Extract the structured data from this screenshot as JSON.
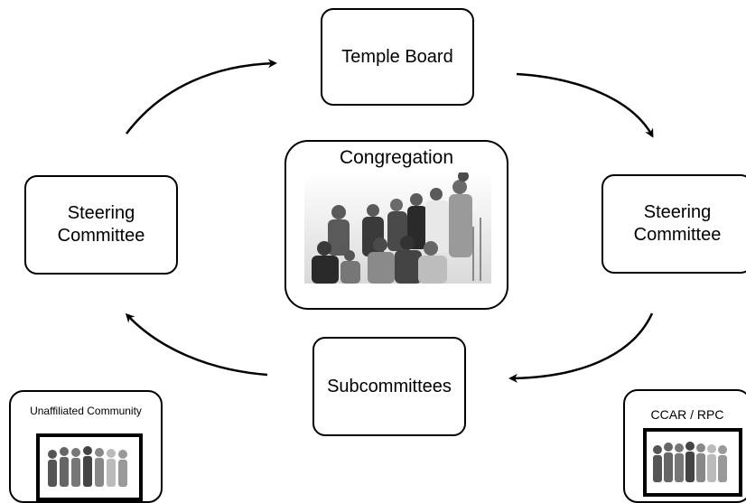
{
  "nodes": {
    "temple_board": "Temple Board",
    "steering_left": "Steering\nCommittee",
    "steering_right": "Steering\nCommittee",
    "subcommittees": "Subcommittees",
    "congregation": "Congregation",
    "unaffiliated": "Unaffiliated Community",
    "ccar": "CCAR / RPC"
  },
  "icons": {
    "congregation_photo": "group-photo-icon",
    "unaffiliated_people": "people-group-icon",
    "ccar_people": "people-group-icon"
  }
}
